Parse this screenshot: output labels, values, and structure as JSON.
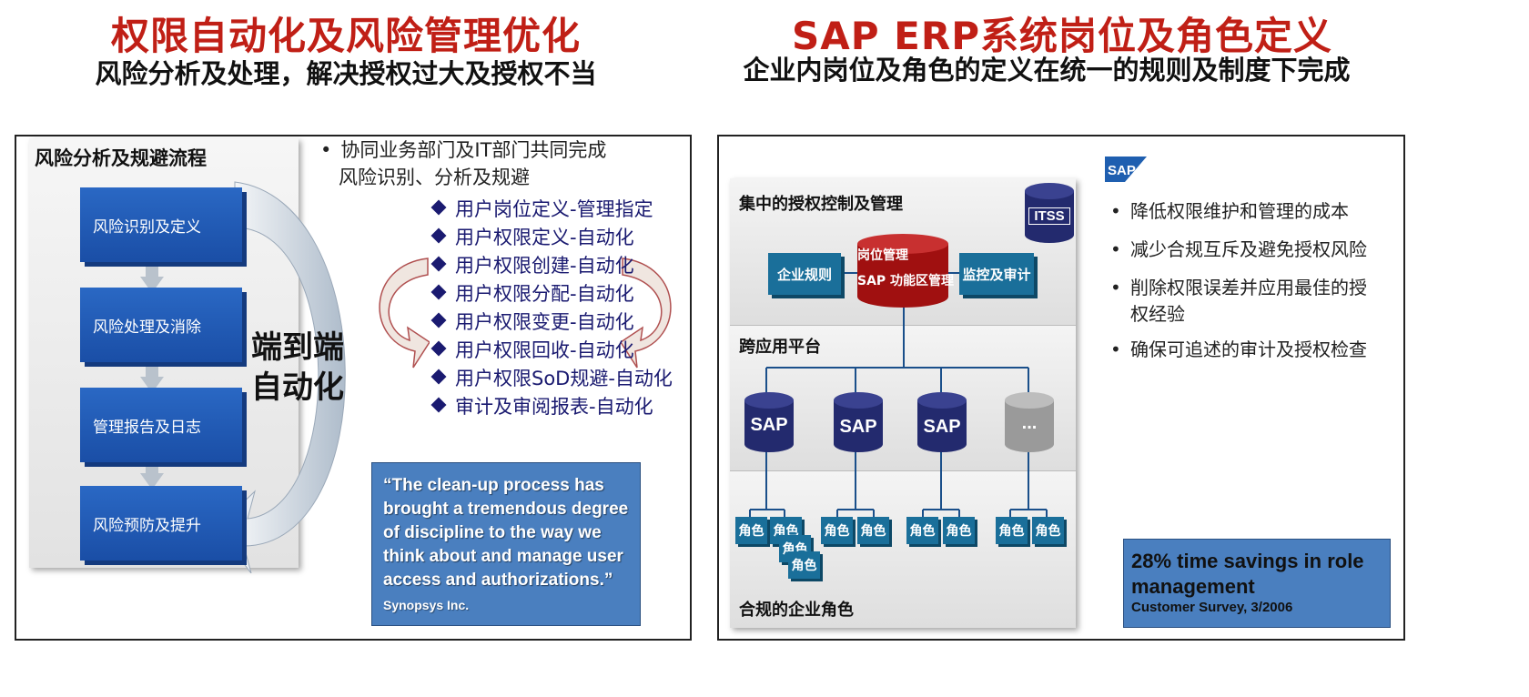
{
  "left": {
    "title": "权限自动化及风险管理优化",
    "subtitle": "风险分析及处理，解决授权过大及授权不当",
    "flow_heading": "风险分析及规避流程",
    "steps": [
      "风险识别及定义",
      "风险处理及消除",
      "管理报告及日志",
      "风险预防及提升"
    ],
    "cycle_label_line1": "端到端",
    "cycle_label_line2": "自动化",
    "bullet_line1": "协同业务部门及IT部门共同完成",
    "bullet_line2": "风险识别、分析及规避",
    "items": [
      "用户岗位定义-管理指定",
      "用户权限定义-自动化",
      "用户权限创建-自动化",
      "用户权限分配-自动化",
      "用户权限变更-自动化",
      "用户权限回收-自动化",
      "用户权限SoD规避-自动化",
      "审计及审阅报表-自动化"
    ],
    "quote": "“The clean-up process has brought a tremendous degree of discipline to the way we think about and manage user access and authorizations.”",
    "quote_source": "Synopsys Inc."
  },
  "right": {
    "title": "SAP ERP系统岗位及角色定义",
    "subtitle": "企业内岗位及角色的定义在统一的规则及制度下完成",
    "band1_label": "集中的授权控制及管理",
    "band2_label": "跨应用平台",
    "band3_label": "合规的企业角色",
    "itss_label": "ITSS",
    "box_rules": "企业规则",
    "center_line1": "岗位管理",
    "center_line2": "SAP 功能区管理",
    "box_audit": "监控及审计",
    "sap_label": "SAP",
    "other_label": "...",
    "role_label": "角色",
    "bullets": [
      "降低权限维护和管理的成本",
      "减少合规互斥及避免授权风险",
      "削除权限误差并应用最佳的授权经验",
      "确保可追述的审计及授权检查"
    ],
    "stat": "28%  time savings in role management",
    "stat_source": "Customer Survey, 3/2006"
  },
  "colors": {
    "title_red": "#c01f16",
    "step_blue": "#1a4ea6",
    "teal": "#1a6f9a",
    "db_red": "#a01010",
    "db_navy": "#232a6e",
    "quote_blue": "#4a7fbf"
  },
  "icons": [
    "sap-logo-icon",
    "diamond-bullet-icon",
    "database-icon",
    "curved-arrow-icon"
  ]
}
